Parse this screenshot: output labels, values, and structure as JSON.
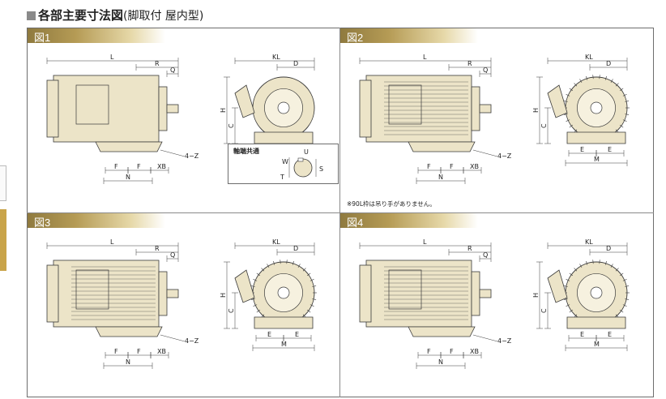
{
  "title": {
    "main": "各部主要寸法図",
    "sub": "(脚取付 屋内型)"
  },
  "panels": [
    {
      "label": "図1"
    },
    {
      "label": "図2",
      "note": "※90L枠は吊り手がありません。"
    },
    {
      "label": "図3"
    },
    {
      "label": "図4"
    }
  ],
  "dims": {
    "L": "L",
    "R": "R",
    "Q": "Q",
    "KL": "KL",
    "D": "D",
    "H": "H",
    "C": "C",
    "E": "E",
    "M": "M",
    "F": "F",
    "N": "N",
    "XB": "XB",
    "Z": "4−Z"
  },
  "shaft_end": {
    "title": "軸端共通",
    "U": "U",
    "W": "W",
    "T": "T",
    "S": "S"
  },
  "colors": {
    "motor_body": "#ece4c8",
    "outline": "#3a3a3a",
    "header_gold": "#b59b55",
    "accent_tab": "#c9a44a"
  }
}
